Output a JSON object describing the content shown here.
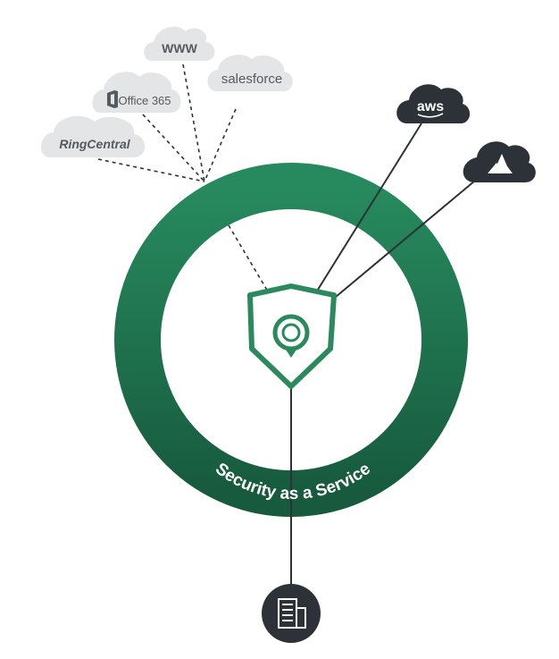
{
  "saas_clouds": [
    {
      "label": "WWW"
    },
    {
      "label": "salesforce"
    },
    {
      "label": "Office 365"
    },
    {
      "label": "RingCentral"
    }
  ],
  "iaas_clouds": [
    {
      "icon": "aws-cloud-icon",
      "label": "aws"
    },
    {
      "icon": "azure-cloud-icon",
      "label": ""
    }
  ],
  "ring_label": "Security as a Service",
  "center_icon": "shield-location-icon",
  "bottom_icon": "building-icon",
  "colors": {
    "ring_dark": "#16603f",
    "ring_light": "#2b8a5f",
    "cloud_gray": "#e4e5e6",
    "dark_node": "#2c3238",
    "line": "#2c3238"
  }
}
